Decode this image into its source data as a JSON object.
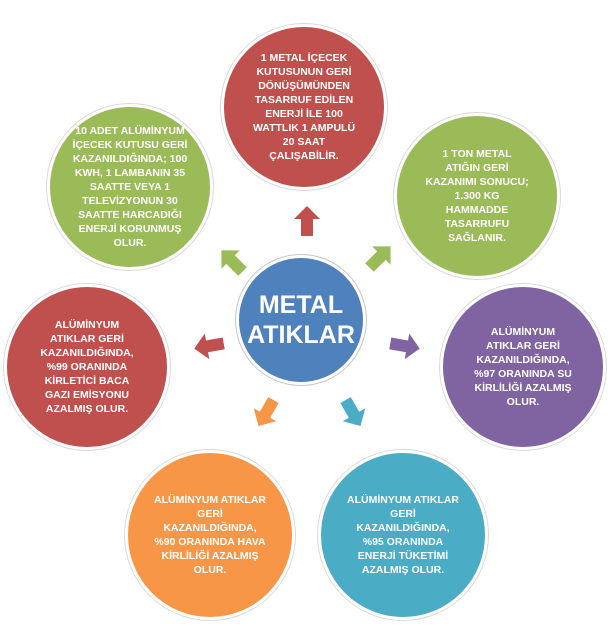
{
  "center": {
    "line1": "METAL",
    "line2": "ATIKLAR"
  },
  "items": [
    {
      "id": "top",
      "text": "1 METAL İÇECEK KUTUSUNUN GERİ DÖNÜŞÜMÜNDEN TASARRUF EDİLEN ENERJİ İLE 100 WATTLIK 1 AMPULÜ 20 SAAT ÇALIŞABİLİR.",
      "color": "#c0504d"
    },
    {
      "id": "top-right",
      "text": "1 TON METAL ATIĞIN GERİ KAZANIMI SONUCU; 1.300 KG HAMMADDE TASARRUFU SAĞLANIR.",
      "color": "#9bbb59"
    },
    {
      "id": "right",
      "text": "ALÜMİNYUM ATIKLAR GERİ KAZANILDIĞINDA, %97 ORANINDA SU KİRLİLİĞİ AZALMIŞ OLUR.",
      "color": "#8064a2"
    },
    {
      "id": "bottom-right",
      "text": "ALÜMİNYUM ATIKLAR GERİ KAZANILDIĞINDA, %95 ORANINDA ENERJİ TÜKETİMİ AZALMIŞ OLUR.",
      "color": "#4bacc6"
    },
    {
      "id": "bottom-left",
      "text": "ALÜMİNYUM ATIKLAR GERİ KAZANILDIĞINDA, %90 ORANINDA HAVA KİRLİLİĞİ AZALMIŞ OLUR.",
      "color": "#f79646"
    },
    {
      "id": "left",
      "text": "ALÜMİNYUM ATIKLAR GERİ KAZANILDIĞINDA, %99 ORANINDA KİRLETİCİ BACA GAZI EMİSYONU AZALMIŞ OLUR.",
      "color": "#c0504d"
    },
    {
      "id": "top-left",
      "text": "10 ADET ALÜMİNYUM İÇECEK KUTUSU GERİ KAZANILDIĞINDA; 100 KWH, 1 LAMBANIN 35 SAATTE VEYA 1 TELEVİZYONUN 30 SAATTE HARCADIĞI ENERJİ KORUNMUŞ OLUR.",
      "color": "#9bbb59"
    }
  ]
}
